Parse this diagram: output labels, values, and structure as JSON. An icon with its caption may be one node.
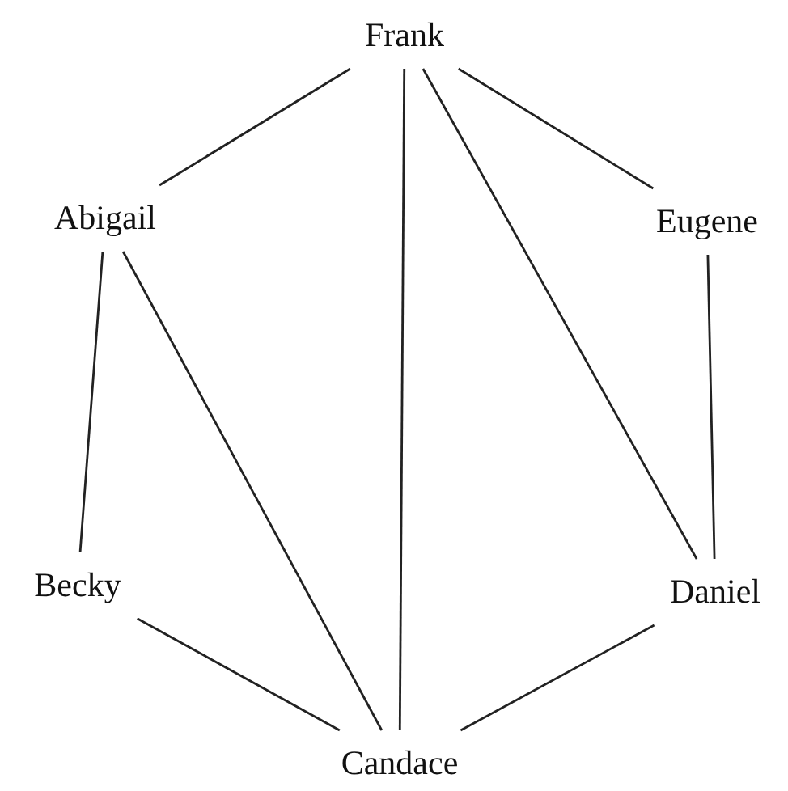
{
  "diagram": {
    "nodes": [
      {
        "text": [
          "Frank"
        ]
      },
      {
        "text": [
          "Abigail"
        ]
      },
      {
        "text": [
          "Eugene"
        ]
      },
      {
        "text": [
          "Becky"
        ]
      },
      {
        "text": [
          "Daniel"
        ]
      },
      {
        "text": [
          "Candace"
        ]
      }
    ],
    "edges": [
      {
        "from": 0,
        "to": 1,
        "arrow": "none"
      },
      {
        "from": 0,
        "to": 2,
        "arrow": "none"
      },
      {
        "from": 0,
        "to": 5,
        "arrow": "none"
      },
      {
        "from": 0,
        "to": 4,
        "arrow": "none"
      },
      {
        "from": 1,
        "to": 3,
        "arrow": "none"
      },
      {
        "from": 1,
        "to": 5,
        "arrow": "none"
      },
      {
        "from": 2,
        "to": 4,
        "arrow": "none"
      },
      {
        "from": 3,
        "to": 5,
        "arrow": "none"
      },
      {
        "from": 4,
        "to": 5,
        "arrow": "none"
      }
    ]
  }
}
